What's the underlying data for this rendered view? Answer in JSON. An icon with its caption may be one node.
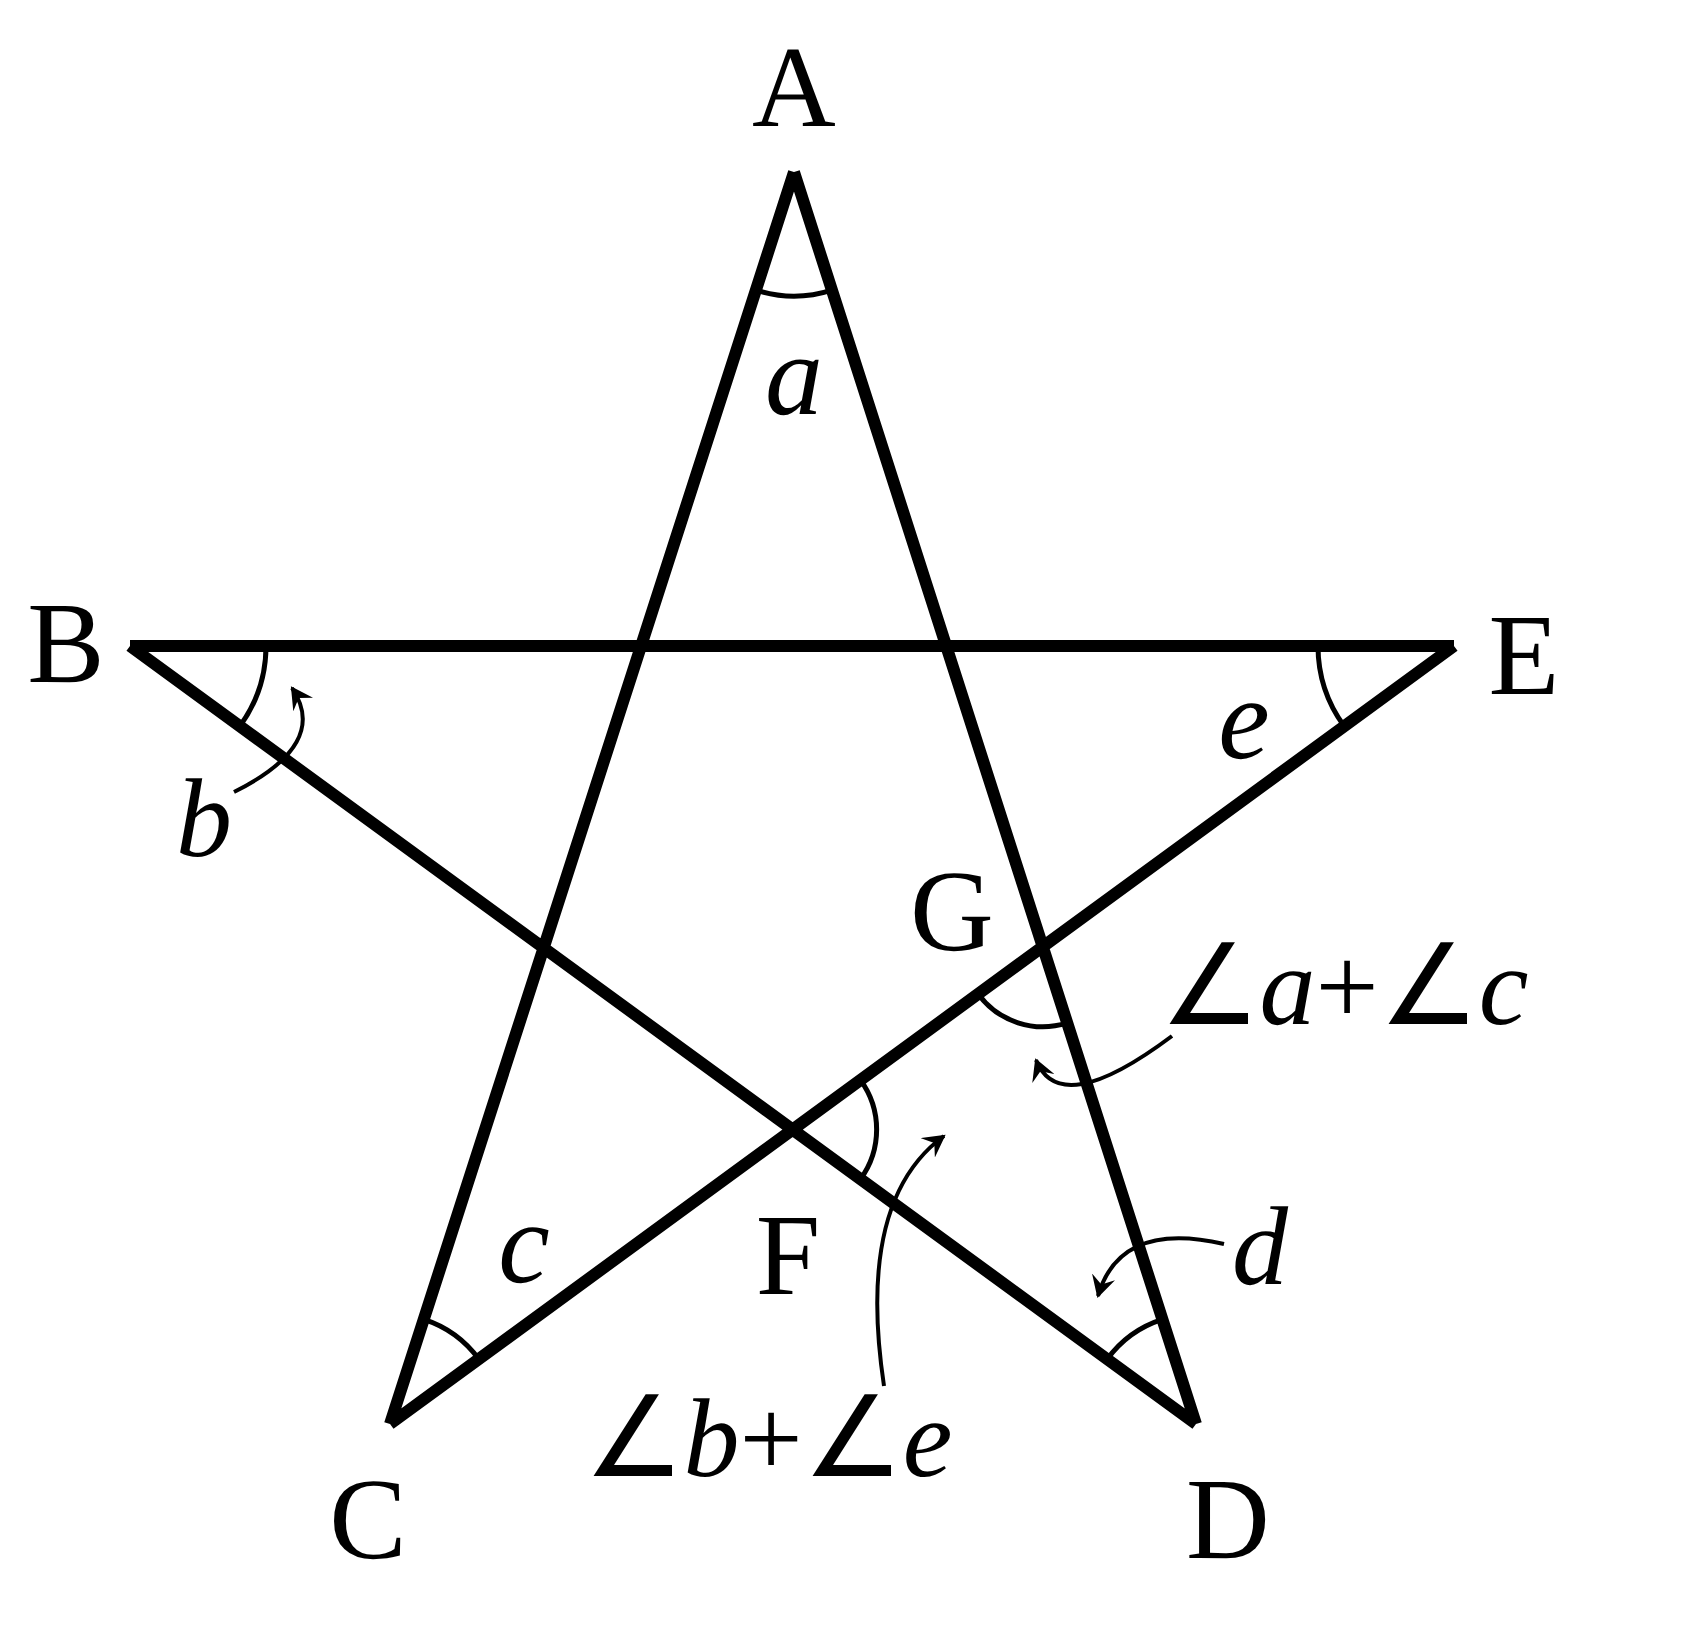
{
  "diagram": {
    "nodes": [
      {
        "text": [
          "b"
        ]
      },
      {
        "text": [
          "∠*a*+∠*c*"
        ]
      },
      {
        "text": [
          "∠*b*+∠*e*"
        ]
      },
      {
        "text": [
          "d"
        ]
      }
    ],
    "edges": [
      {
        "from": 0,
        "to": null,
        "arrow": "to"
      },
      {
        "from": 1,
        "to": null,
        "arrow": "to"
      },
      {
        "from": 2,
        "to": null,
        "arrow": "to"
      },
      {
        "from": 3,
        "to": null,
        "arrow": "to"
      }
    ],
    "labels": [
      "A",
      "a",
      "B",
      "E",
      "e",
      "G",
      "c",
      "F",
      "C",
      "D"
    ]
  }
}
